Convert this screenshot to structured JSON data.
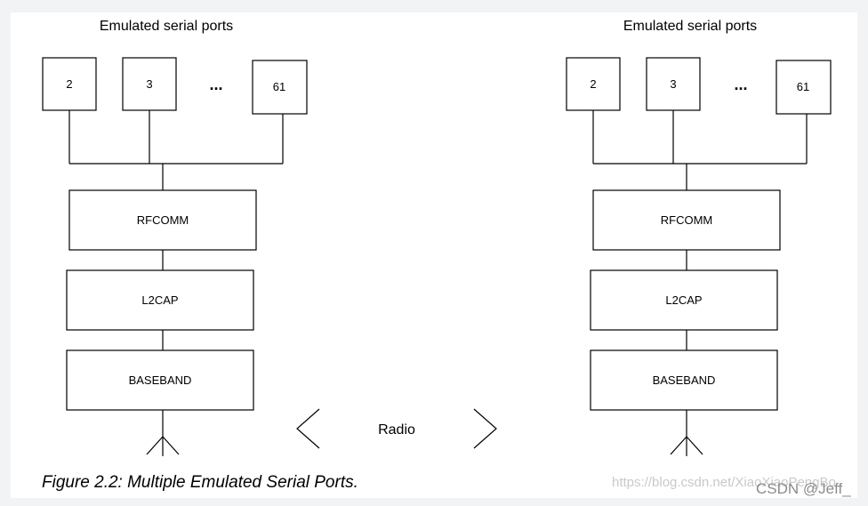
{
  "left_stack": {
    "heading": "Emulated serial ports",
    "ports": [
      "2",
      "3",
      "61"
    ],
    "ellipsis": "...",
    "layers": [
      "RFCOMM",
      "L2CAP",
      "BASEBAND"
    ]
  },
  "right_stack": {
    "heading": "Emulated serial ports",
    "ports": [
      "2",
      "3",
      "61"
    ],
    "ellipsis": "...",
    "layers": [
      "RFCOMM",
      "L2CAP",
      "BASEBAND"
    ]
  },
  "radio_label": "Radio",
  "caption": "Figure 2.2: Multiple Emulated Serial Ports.",
  "watermark": {
    "url": "https://blog.csdn.net/XiaoXiaoPengBo",
    "author": "CSDN @Jeff_"
  }
}
